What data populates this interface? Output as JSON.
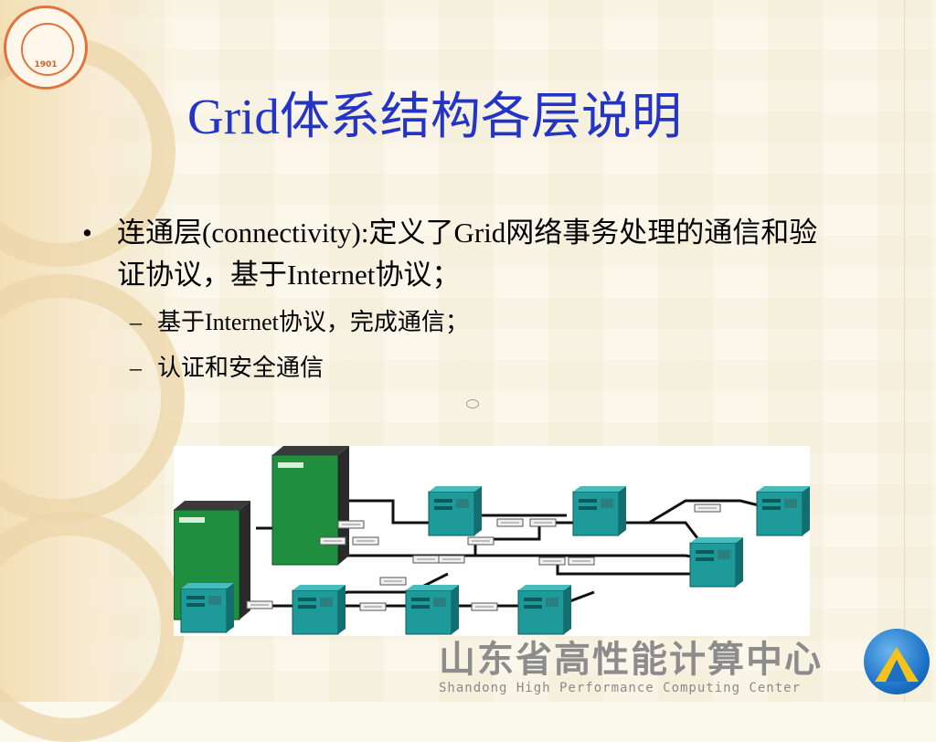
{
  "slide": {
    "title": "Grid体系结构各层说明",
    "bullet": {
      "marker": "•",
      "text": "连通层(connectivity):定义了Grid网络事务处理的通信和验证协议，基于Internet协议；"
    },
    "sub_bullets": [
      {
        "marker": "–",
        "text": "基于Internet协议，完成通信；"
      },
      {
        "marker": "–",
        "text": "认证和安全通信"
      }
    ]
  },
  "branding": {
    "university_logo_year": "1901",
    "center_name_cn": "山东省高性能计算中心",
    "center_name_en": "Shandong High Performance Computing Center"
  },
  "colors": {
    "title": "#2434c6",
    "server_green": "#1f8f3f",
    "workstation_teal": "#1f9a9a",
    "logo_orange": "#e0743c",
    "hpc_blue": "#1b6fc4",
    "hpc_yellow": "#f4c21c"
  },
  "diagram": {
    "icons": [
      "mainframe-server-icon",
      "workstation-icon",
      "network-switch-icon"
    ]
  }
}
